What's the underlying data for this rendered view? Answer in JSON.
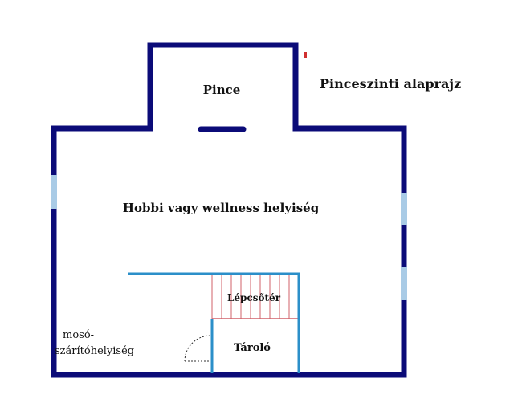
{
  "title": "Pinceszinti alaprajz",
  "rooms": {
    "pince": "Pince",
    "hobbi": "Hobbi vagy wellness helyiség",
    "lepcsoter": "Lépcsőtér",
    "taroló": "Tároló",
    "moso_line1": "mosó-",
    "moso_line2": "szárítóhelyiség"
  },
  "colors": {
    "outer_wall": "#0b0b78",
    "inner_wall": "#2b8fc9",
    "window": "#a9cbe6",
    "stair": "#d0606a"
  }
}
